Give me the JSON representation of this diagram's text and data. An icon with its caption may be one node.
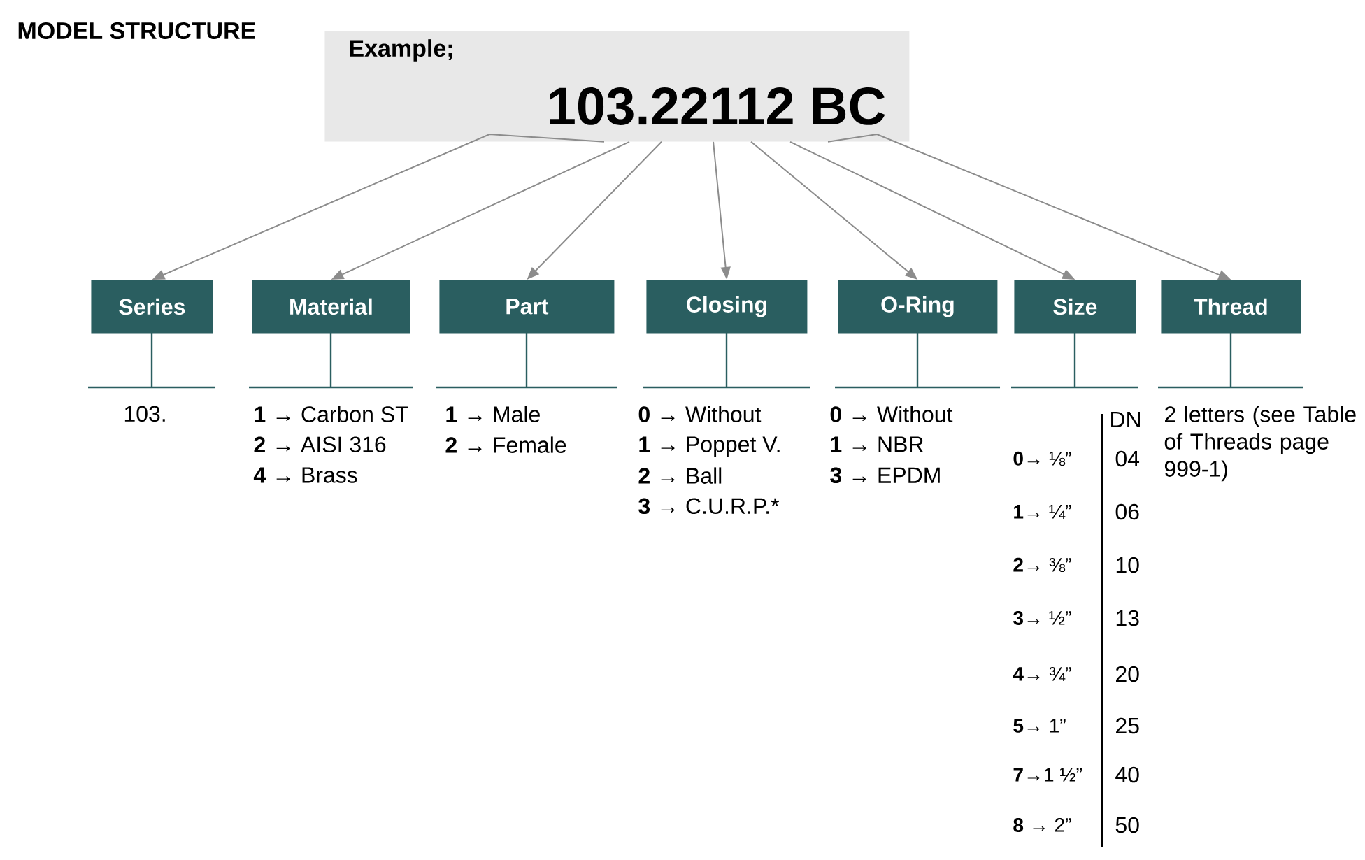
{
  "diagram": {
    "title": "MODEL STRUCTURE",
    "nodes": [
      {
        "text": [
          "Example;",
          "103.22112 BC"
        ]
      },
      {
        "text": [
          "Series"
        ],
        "beside": [
          "103."
        ]
      },
      {
        "text": [
          "Material"
        ],
        "beside": [
          "**1** → Carbon ST",
          "**2** → AISI 316",
          "**4** → Brass"
        ]
      },
      {
        "text": [
          "Part"
        ],
        "beside": [
          "**1** → Male",
          "**2** → Female"
        ]
      },
      {
        "text": [
          "Closing"
        ],
        "beside": [
          "**0** → Without",
          "**1** → Poppet V.",
          "**2** → Ball",
          "**3** → C.U.R.P.*"
        ]
      },
      {
        "text": [
          "O-Ring"
        ],
        "beside": [
          "**0** → Without",
          "**1** → NBR",
          "**3** → EPDM"
        ]
      },
      {
        "text": [
          "Size"
        ]
      },
      {
        "text": [
          "Thread"
        ],
        "beside": [
          "2 letters (see Table of Threads page 999-1)"
        ]
      }
    ],
    "edges": [
      {
        "from": 0,
        "to": 1,
        "arrow": "to"
      },
      {
        "from": 0,
        "to": 2,
        "arrow": "to"
      },
      {
        "from": 0,
        "to": 3,
        "arrow": "to"
      },
      {
        "from": 0,
        "to": 4,
        "arrow": "to"
      },
      {
        "from": 0,
        "to": 5,
        "arrow": "to"
      },
      {
        "from": 0,
        "to": 6,
        "arrow": "to"
      },
      {
        "from": 0,
        "to": 7,
        "arrow": "to"
      }
    ],
    "labels": [
      "DN",
      "**0**→ ⅛”",
      "04",
      "**1**→ ¼”",
      "06",
      "**2**→ ⅜”",
      "10",
      "**3**→ ½”",
      "13",
      "**4**→ ¾”",
      "20",
      "**5**→  1”",
      "25",
      "**7**→1 ½”",
      "40",
      "**8** → 2”",
      "50"
    ]
  }
}
